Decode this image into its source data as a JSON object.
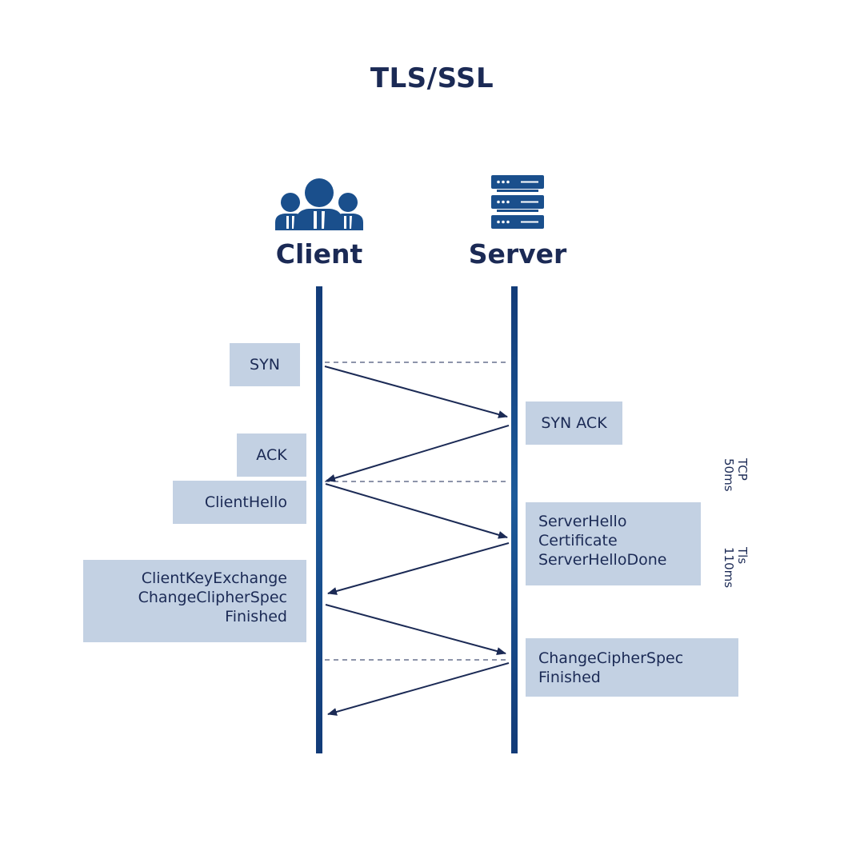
{
  "title": "TLS/SSL",
  "actors": {
    "client": {
      "label": "Client",
      "icon": "users-group-icon"
    },
    "server": {
      "label": "Server",
      "icon": "server-rack-icon"
    }
  },
  "messages": [
    {
      "id": "syn",
      "side": "client",
      "lines": [
        "SYN"
      ],
      "direction": "client-to-server"
    },
    {
      "id": "syn-ack",
      "side": "server",
      "lines": [
        "SYN ACK"
      ],
      "direction": "server-to-client"
    },
    {
      "id": "ack",
      "side": "client",
      "lines": [
        "ACK"
      ]
    },
    {
      "id": "client-hello",
      "side": "client",
      "lines": [
        "ClientHello"
      ],
      "direction": "client-to-server"
    },
    {
      "id": "server-hello",
      "side": "server",
      "lines": [
        "ServerHello",
        "Certificate",
        "ServerHelloDone"
      ],
      "direction": "server-to-client"
    },
    {
      "id": "client-key-exchange",
      "side": "client",
      "lines": [
        "ClientKeyExchange",
        "ChangeClipherSpec",
        "Finished"
      ],
      "direction": "client-to-server"
    },
    {
      "id": "server-finished",
      "side": "server",
      "lines": [
        "ChangeCipherSpec",
        "Finished"
      ],
      "direction": "server-to-client"
    }
  ],
  "timings": [
    {
      "label": "TCP",
      "duration": "50ms"
    },
    {
      "label": "Tls",
      "duration": "110ms"
    }
  ],
  "colors": {
    "text": "#1b2a55",
    "lifeline": "#123b78",
    "box": "#c3d1e3",
    "icon": "#1a4f8c"
  }
}
